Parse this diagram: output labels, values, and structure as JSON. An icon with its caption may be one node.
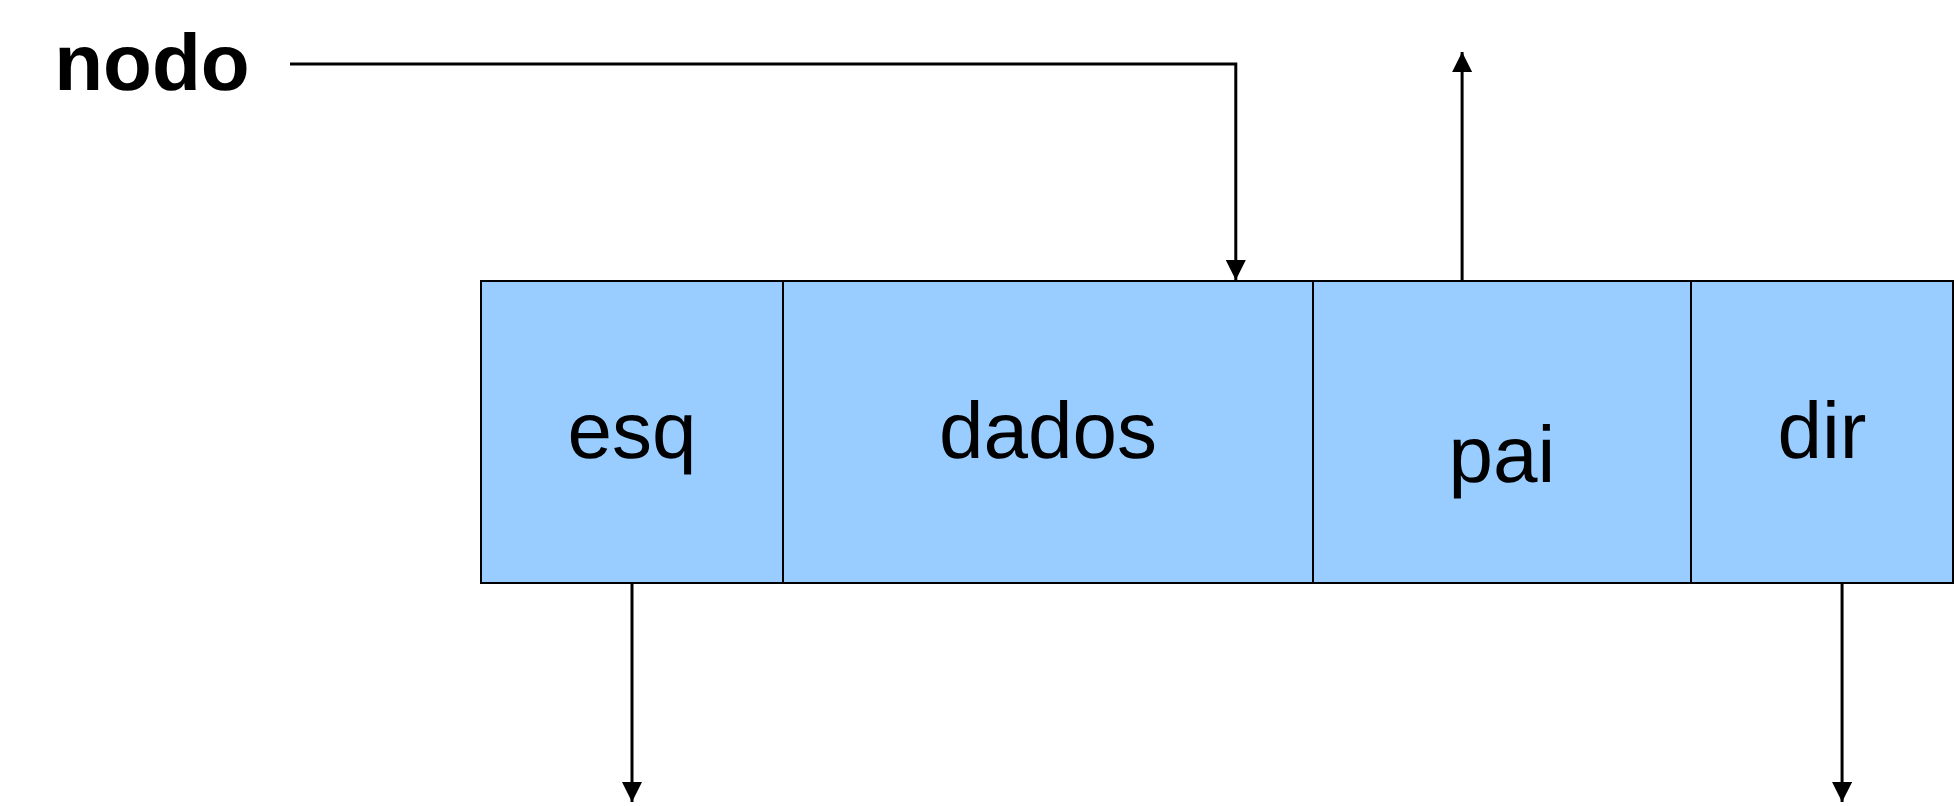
{
  "diagram": {
    "nodes": [
      {
        "text": [
          "nodo"
        ]
      },
      {
        "text": [
          "esq"
        ]
      },
      {
        "text": [
          "dados"
        ]
      },
      {
        "text": [
          "pai"
        ]
      },
      {
        "text": [
          "dir"
        ]
      }
    ],
    "edges": [
      {
        "from": 0,
        "to": 2,
        "arrow": "to"
      },
      {
        "from": 3,
        "to": null,
        "arrow": "to"
      },
      {
        "from": 1,
        "to": null,
        "arrow": "to"
      },
      {
        "from": 4,
        "to": null,
        "arrow": "to"
      }
    ]
  }
}
